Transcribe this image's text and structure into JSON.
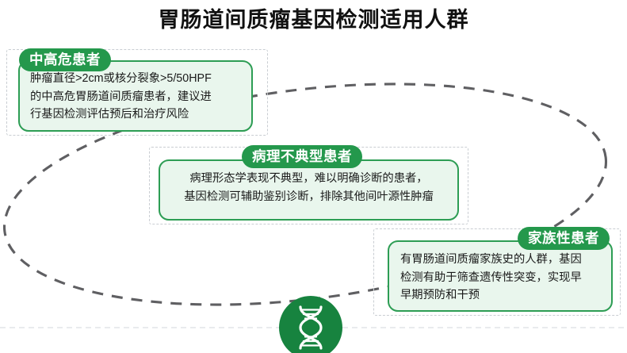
{
  "page": {
    "title": "胃肠道间质瘤基因检测适用人群",
    "accent_green": "#24984c",
    "card_fill": "#e9f6ed",
    "card_border": "#2d9d54",
    "dash_gray": "#6b6b6b",
    "dash_light": "#c9cdd2"
  },
  "cards": [
    {
      "id": "card-1",
      "badge": "中高危患者",
      "text": "肿瘤直径>2cm或核分裂象>5/50HPF\n的中高危胃肠道间质瘤患者，建议进\n行基因检测评估预后和治疗风险"
    },
    {
      "id": "card-2",
      "badge": "病理不典型患者",
      "text": "病理形态学表现不典型，难以明确诊断的患者，\n基因检测可辅助鉴别诊断，排除其他间叶源性肿瘤"
    },
    {
      "id": "card-3",
      "badge": "家族性患者",
      "text": "有胃肠道间质瘤家族史的人群，基因\n检测有助于筛查遗传性突变，实现早\n早期预防和干预"
    }
  ],
  "decor": {
    "dna_icon": "dna-helix-icon",
    "ellipse": "dashed-ellipse",
    "baseline": "dashed-baseline"
  }
}
